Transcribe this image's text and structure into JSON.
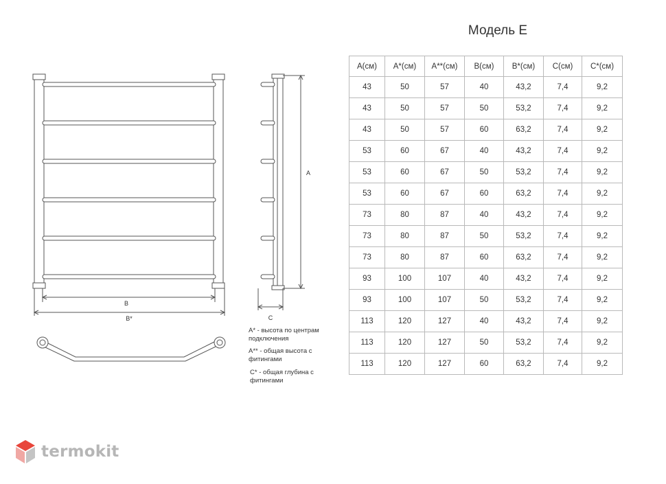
{
  "title": "Модель Е",
  "table": {
    "headers": [
      "A(см)",
      "A*(см)",
      "A**(см)",
      "B(см)",
      "B*(см)",
      "C(см)",
      "C*(см)"
    ],
    "rows": [
      [
        "43",
        "50",
        "57",
        "40",
        "43,2",
        "7,4",
        "9,2"
      ],
      [
        "43",
        "50",
        "57",
        "50",
        "53,2",
        "7,4",
        "9,2"
      ],
      [
        "43",
        "50",
        "57",
        "60",
        "63,2",
        "7,4",
        "9,2"
      ],
      [
        "53",
        "60",
        "67",
        "40",
        "43,2",
        "7,4",
        "9,2"
      ],
      [
        "53",
        "60",
        "67",
        "50",
        "53,2",
        "7,4",
        "9,2"
      ],
      [
        "53",
        "60",
        "67",
        "60",
        "63,2",
        "7,4",
        "9,2"
      ],
      [
        "73",
        "80",
        "87",
        "40",
        "43,2",
        "7,4",
        "9,2"
      ],
      [
        "73",
        "80",
        "87",
        "50",
        "53,2",
        "7,4",
        "9,2"
      ],
      [
        "73",
        "80",
        "87",
        "60",
        "63,2",
        "7,4",
        "9,2"
      ],
      [
        "93",
        "100",
        "107",
        "40",
        "43,2",
        "7,4",
        "9,2"
      ],
      [
        "93",
        "100",
        "107",
        "50",
        "53,2",
        "7,4",
        "9,2"
      ],
      [
        "113",
        "120",
        "127",
        "40",
        "43,2",
        "7,4",
        "9,2"
      ],
      [
        "113",
        "120",
        "127",
        "50",
        "53,2",
        "7,4",
        "9,2"
      ],
      [
        "113",
        "120",
        "127",
        "60",
        "63,2",
        "7,4",
        "9,2"
      ]
    ]
  },
  "drawing": {
    "label_b": "B",
    "label_b_star": "B*",
    "label_a": "A",
    "label_c": "C"
  },
  "legend": {
    "a_star_line1": "A* - высота по центрам",
    "a_star_line2": "подключения",
    "a_star2_line1": "A** - общая высота с",
    "a_star2_line2": "фитингами",
    "c_star_line1": "C* - общая глубина с",
    "c_star_line2": "фитингами"
  },
  "logo": {
    "text": "termokit",
    "icon": "hexagon-logo-icon",
    "colors": {
      "top": "#e8463b",
      "left": "#f0a8a4",
      "right": "#b9b9b9"
    }
  }
}
